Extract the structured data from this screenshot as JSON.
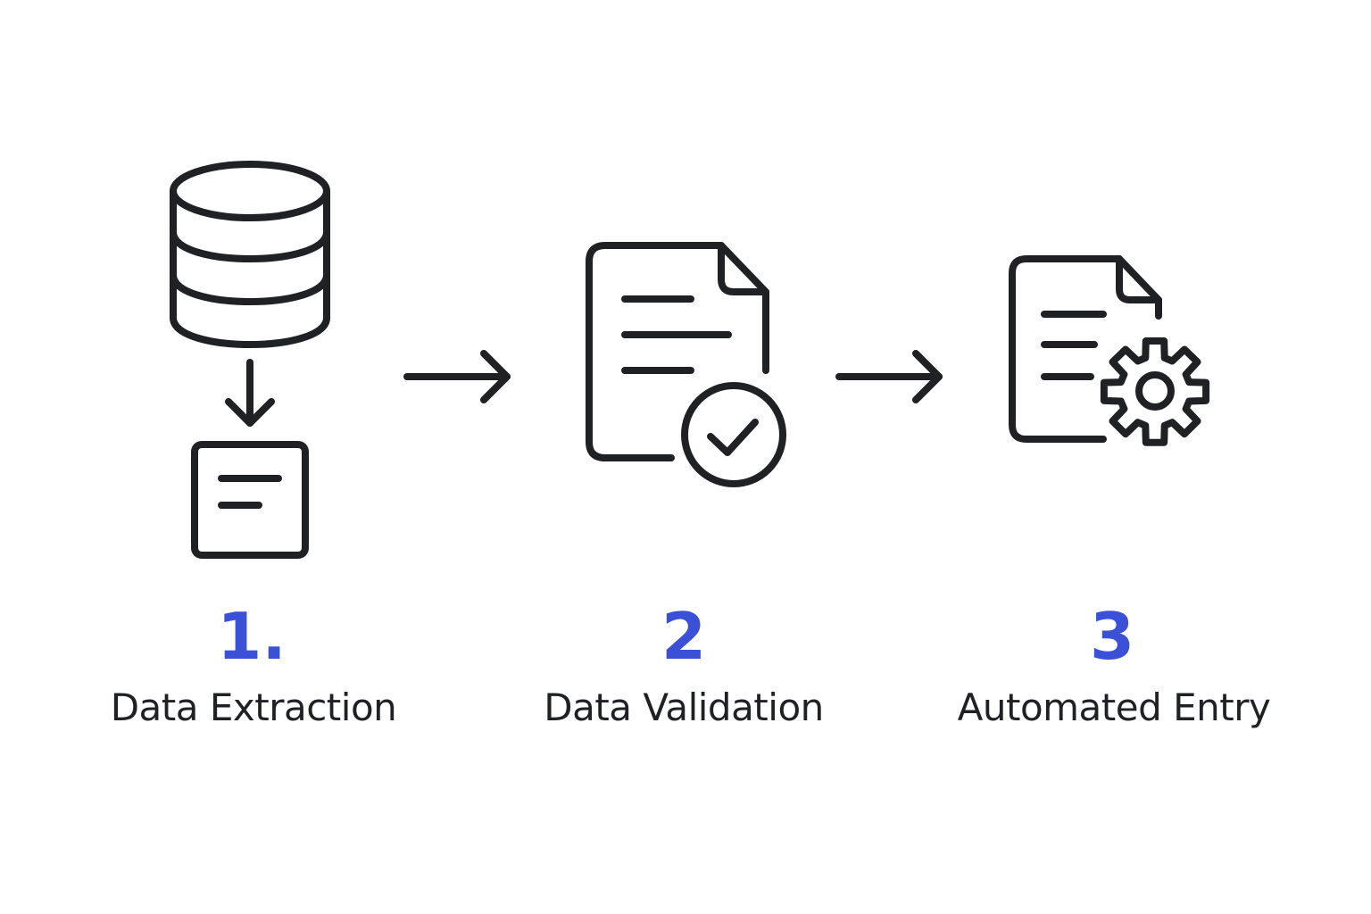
{
  "diagram": {
    "accent_color": "#3a50d6",
    "ink_color": "#1f2125",
    "steps": [
      {
        "number": "1.",
        "label": "Data Extraction",
        "icons": [
          "database-icon",
          "arrow-down-icon",
          "text-note-icon"
        ]
      },
      {
        "number": "2",
        "label": "Data Validation",
        "icons": [
          "document-icon",
          "check-circle-icon"
        ]
      },
      {
        "number": "3",
        "label": "Automated Entry",
        "icons": [
          "document-icon",
          "gear-icon"
        ]
      }
    ],
    "connectors": [
      "arrow-right-icon",
      "arrow-right-icon"
    ]
  }
}
